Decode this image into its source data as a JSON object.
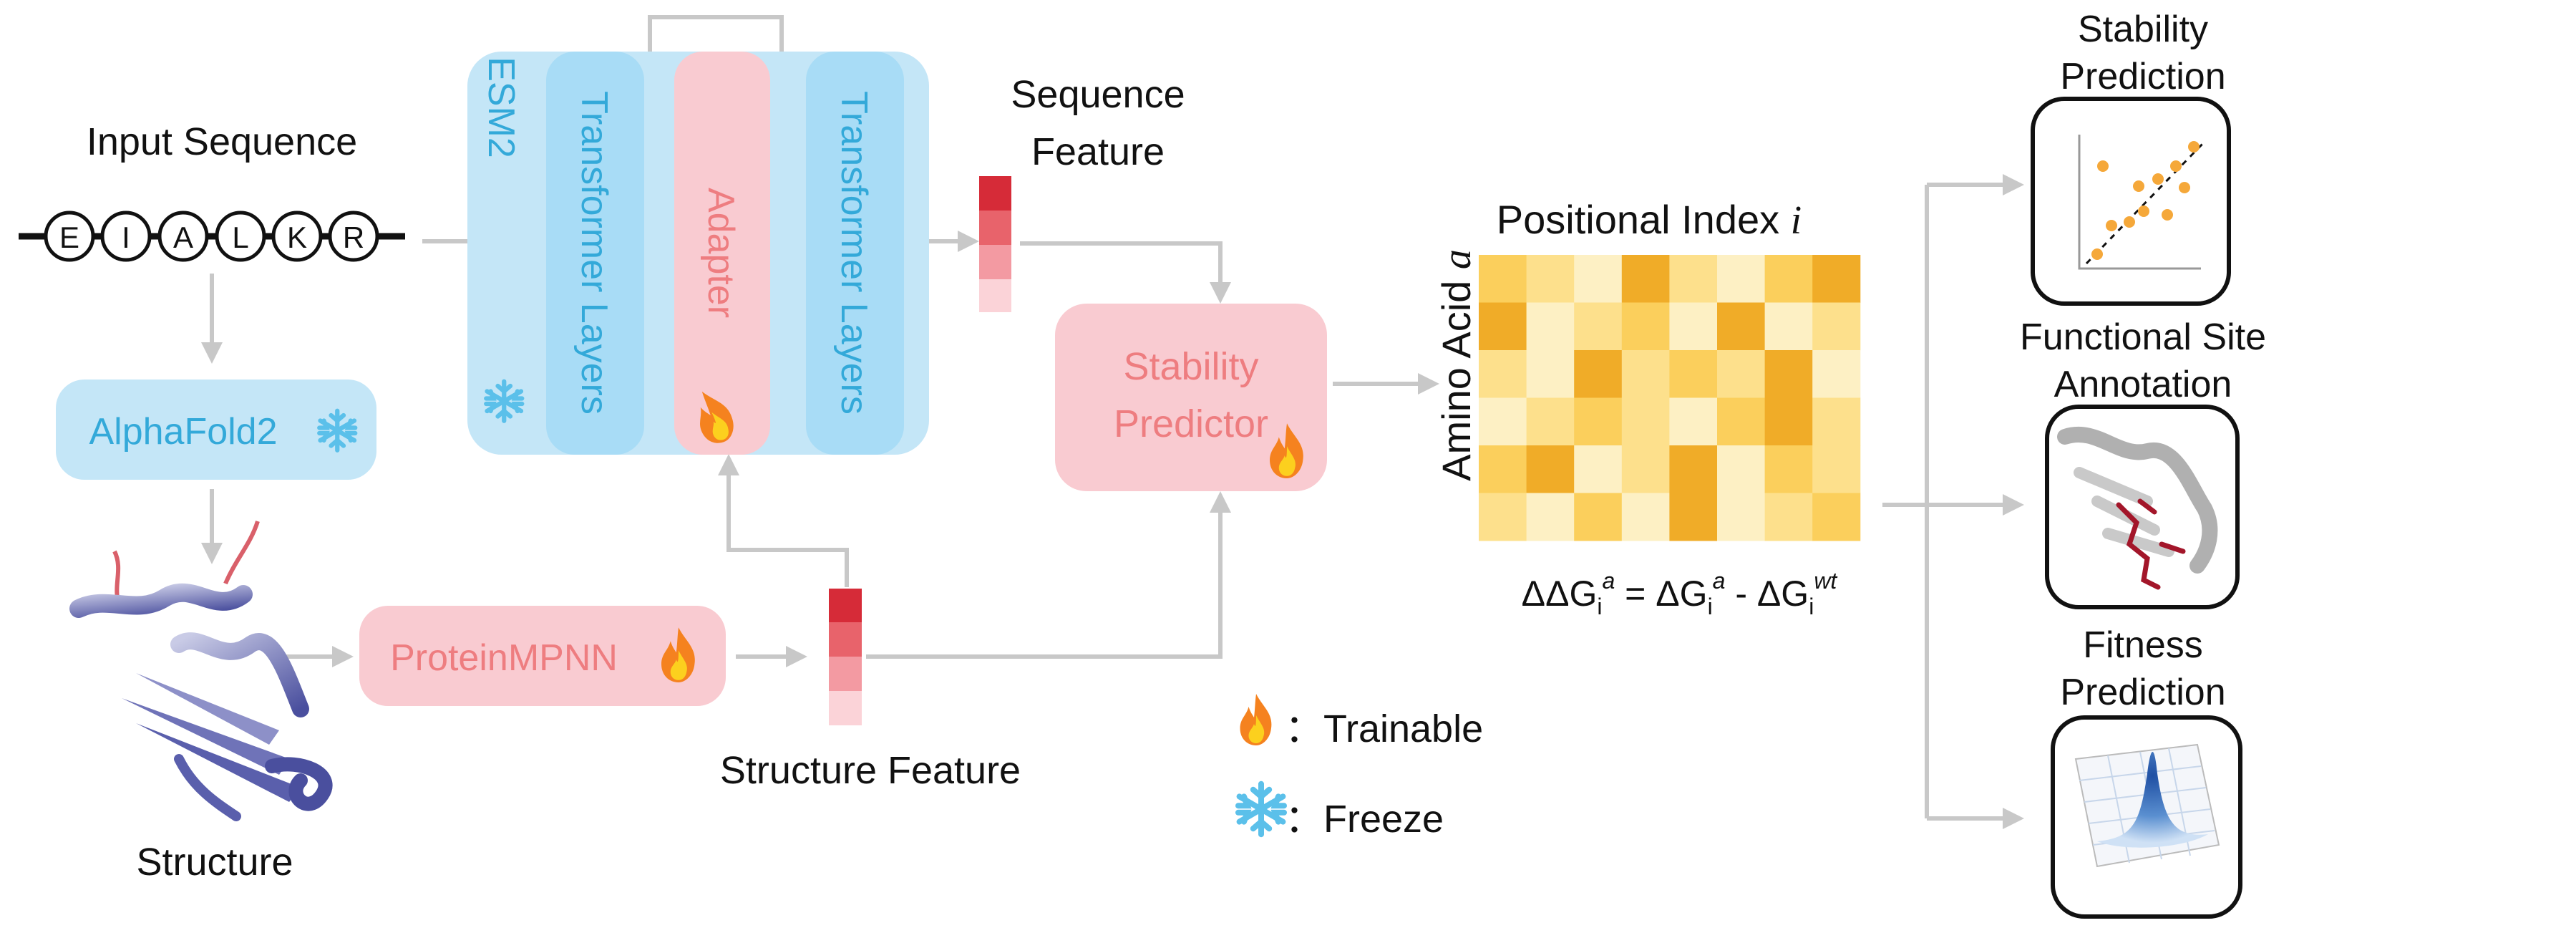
{
  "input": {
    "title": "Input Sequence",
    "residues": [
      "E",
      "I",
      "A",
      "L",
      "K",
      "R"
    ]
  },
  "esm": {
    "label": "ESM2",
    "layer_left": "Transformer Layers",
    "adapter": "Adapter",
    "layer_right": "Transformer Layers"
  },
  "alphafold": {
    "label": "AlphaFold2"
  },
  "proteinmpnn": {
    "label": "ProteinMPNN"
  },
  "structure": {
    "label": "Structure"
  },
  "sequence_feature": {
    "line1": "Sequence",
    "line2": "Feature"
  },
  "structure_feature": {
    "label": "Structure Feature"
  },
  "predictor": {
    "line1": "Stability",
    "line2": "Predictor"
  },
  "heatmap": {
    "title": "Positional Index ",
    "title_var": "i",
    "ylabel": "Amino Acid ",
    "ylabel_var": "a",
    "formula": {
      "p1": "ΔΔG",
      "s1": "i",
      "u1": "a",
      "p2": " = ΔG",
      "s2": "i",
      "u2": "a",
      "p3": " - ΔG",
      "s3": "i",
      "u3": "wt"
    },
    "cells": [
      [
        2,
        1,
        0,
        3,
        1,
        0,
        2,
        3
      ],
      [
        3,
        0,
        1,
        2,
        0,
        3,
        0,
        1
      ],
      [
        1,
        0,
        3,
        1,
        2,
        1,
        3,
        0
      ],
      [
        0,
        1,
        2,
        1,
        0,
        2,
        3,
        1
      ],
      [
        2,
        3,
        0,
        1,
        3,
        0,
        2,
        1
      ],
      [
        1,
        0,
        2,
        0,
        3,
        0,
        1,
        2
      ]
    ],
    "palette": [
      "#fdf0c4",
      "#fde08c",
      "#fbcf5c",
      "#f0ac28"
    ]
  },
  "applications": {
    "stability": {
      "line1": "Stability",
      "line2": "Prediction"
    },
    "functional": {
      "line1": "Functional Site",
      "line2": "Annotation"
    },
    "fitness": {
      "line1": "Fitness",
      "line2": "Prediction"
    }
  },
  "legend": {
    "trainable": "：Trainable",
    "freeze": "：Freeze"
  },
  "colors": {
    "blue_box": "#c4e6f7",
    "blue_inner": "#a8dcf6",
    "blue_text": "#33a9d9",
    "pink_box": "#f9cbd1",
    "pink_text": "#ee7d80",
    "arrow": "#c8c8c8"
  }
}
